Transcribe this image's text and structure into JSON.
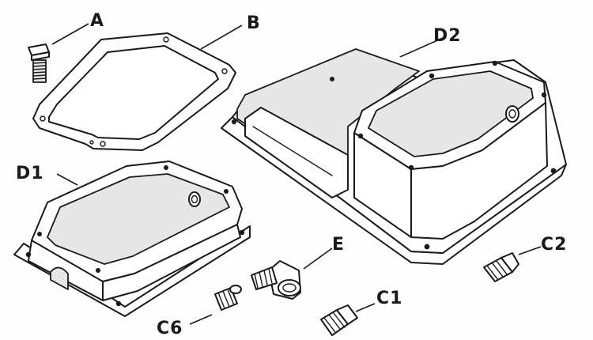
{
  "diagram": {
    "labels": {
      "a": "A",
      "b": "B",
      "c1": "C1",
      "c2": "C2",
      "c6": "C6",
      "d1": "D1",
      "d2": "D2",
      "e": "E"
    }
  }
}
